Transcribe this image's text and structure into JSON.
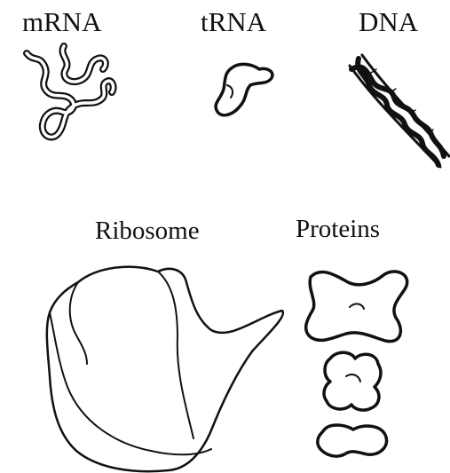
{
  "labels": {
    "mrna": "mRNA",
    "trna": "tRNA",
    "dna": "DNA",
    "ribosome": "Ribosome",
    "proteins": "Proteins"
  },
  "colors": {
    "ink": "#111111",
    "background": "#ffffff"
  }
}
